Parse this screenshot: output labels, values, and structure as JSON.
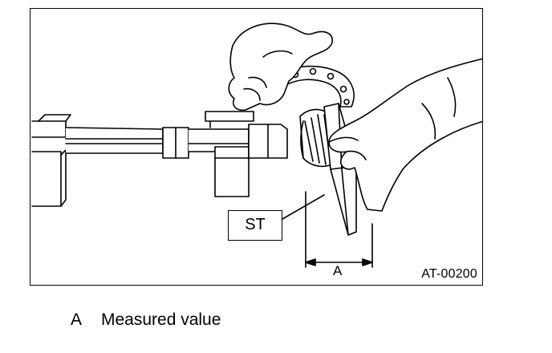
{
  "figure": {
    "tool_label": "ST",
    "dimension_label": "A",
    "figure_code": "AT-00200"
  },
  "legend": {
    "items": [
      {
        "key": "A",
        "text": "Measured value"
      }
    ]
  },
  "icons": {
    "illustration": "micrometer-measurement-illustration"
  }
}
